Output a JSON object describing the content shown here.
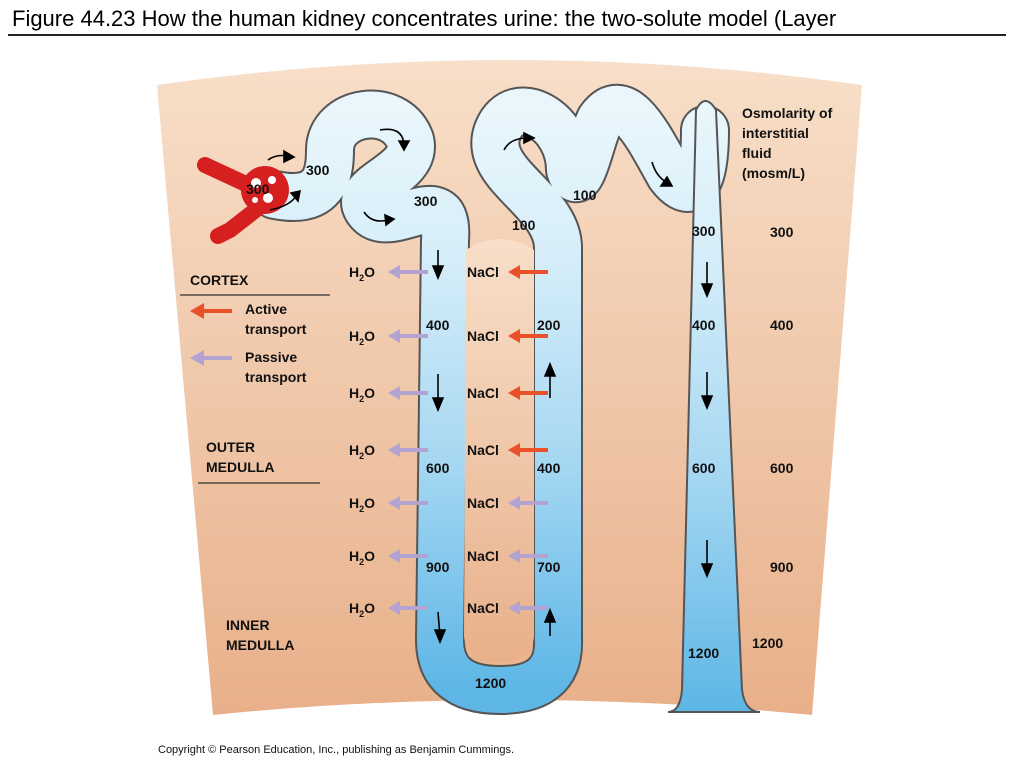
{
  "title": "Figure 44.23  How the human kidney concentrates urine: the two-solute model (Layer",
  "header_interstitial": [
    "Osmolarity of",
    "interstitial",
    "fluid",
    "(mosm/L)"
  ],
  "interstitial_values": [
    "300",
    "400",
    "600",
    "900",
    "1200"
  ],
  "zones": {
    "cortex": "CORTEX",
    "outer": [
      "OUTER",
      "MEDULLA"
    ],
    "inner": [
      "INNER",
      "MEDULLA"
    ]
  },
  "legend": {
    "active": [
      "Active",
      "transport"
    ],
    "passive": [
      "Passive",
      "transport"
    ]
  },
  "tubule_labels": {
    "glomerulus": "300",
    "proximal": "300",
    "distal_start": "300",
    "desc_400": "400",
    "desc_600": "600",
    "desc_900": "900",
    "bottom": "1200",
    "asc_700": "700",
    "asc_400": "400",
    "asc_200": "200",
    "asc_100": "100",
    "distal_100": "100",
    "cd_300": "300",
    "cd_400": "400",
    "cd_600": "600",
    "cd_1200": "1200"
  },
  "solutes": {
    "water": "H",
    "water_sub": "2",
    "water_o": "O",
    "salt": "NaCl"
  },
  "colors": {
    "tissue_top": "#f7ddc6",
    "tissue_bottom": "#e9b48f",
    "tubule_light": "#e6f4fb",
    "tubule_deep": "#5fb8e8",
    "active": "#e8512a",
    "passive": "#b3a3d2",
    "blood": "#d62020"
  },
  "copyright": "Copyright © Pearson Education, Inc., publishing as Benjamin Cummings."
}
